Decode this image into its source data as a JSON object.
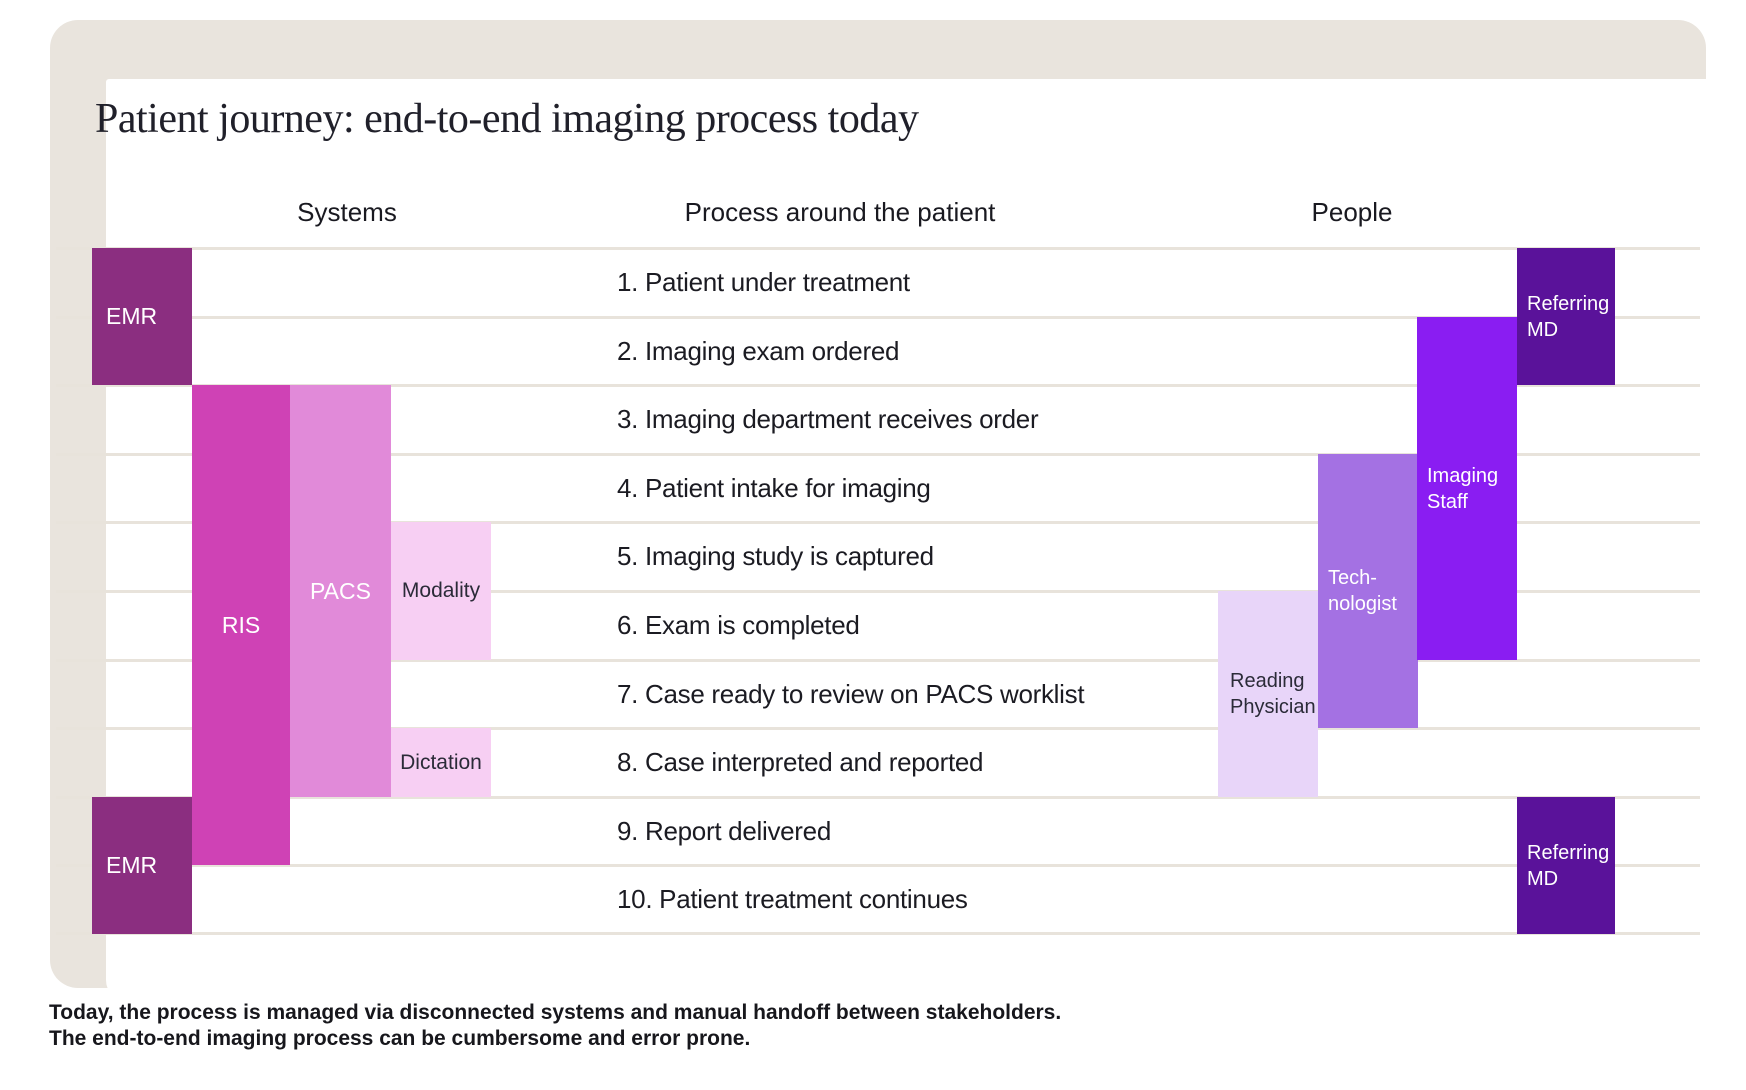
{
  "title": "Patient journey: end-to-end imaging process today",
  "column_headers": {
    "systems": "Systems",
    "process": "Process around the patient",
    "people": "People"
  },
  "process_steps": [
    "1. Patient under treatment",
    "2. Imaging exam ordered",
    "3. Imaging department receives order",
    "4. Patient intake for imaging",
    "5. Imaging study is captured",
    "6. Exam is completed",
    "7. Case ready to review on PACS worklist",
    "8. Case interpreted and reported",
    "9. Report delivered",
    "10. Patient treatment continues"
  ],
  "systems_blocks": {
    "emr_top": {
      "label": "EMR"
    },
    "ris": {
      "label": "RIS"
    },
    "pacs": {
      "label": "PACS"
    },
    "modality": {
      "label": "Modality"
    },
    "dictation": {
      "label": "Dictation"
    },
    "emr_bottom": {
      "label": "EMR"
    }
  },
  "people_blocks": {
    "referring_md_top": {
      "lines": [
        "Referring",
        "MD"
      ]
    },
    "imaging_staff": {
      "lines": [
        "Imaging",
        "Staff"
      ]
    },
    "technologist": {
      "lines": [
        "Tech-",
        "nologist"
      ]
    },
    "reading_physician": {
      "lines": [
        "Reading",
        "Physician"
      ]
    },
    "referring_md_bottom": {
      "lines": [
        "Referring",
        "MD"
      ]
    }
  },
  "footer": {
    "line1": "Today, the process is managed via disconnected systems and manual handoff between stakeholders.",
    "line2": "The end-to-end imaging process can be cumbersome and error prone."
  },
  "colors": {
    "card_frame": "#e9e4dd",
    "row_line": "#e8e3db",
    "emr": "#8b2e80",
    "ris": "#cf42b5",
    "pacs": "#e18ad9",
    "modality": "#f7cff3",
    "dictation": "#f7cff3",
    "referring_md": "#5a129a",
    "imaging_staff": "#8a1df2",
    "technologist": "#a471e3",
    "reading_physician": "#e8d5f9"
  }
}
